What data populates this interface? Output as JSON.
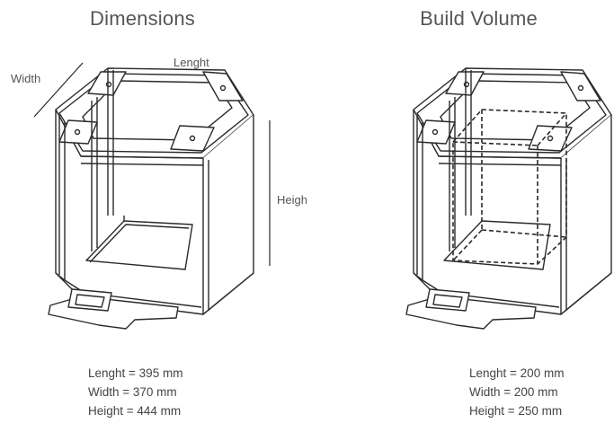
{
  "panels": {
    "dimensions": {
      "title": "Dimensions",
      "labels": {
        "width": "Width",
        "length": "Lenght",
        "height": "Height"
      },
      "specs": [
        "Lenght = 395 mm",
        "Width = 370 mm",
        "Height = 444 mm"
      ]
    },
    "build_volume": {
      "title": "Build Volume",
      "specs": [
        "Lenght = 200 mm",
        "Width = 200 mm",
        "Height = 250 mm"
      ]
    }
  },
  "colors": {
    "line": "#2a2a2a",
    "frame_fill": "#ffffff",
    "text": "#444444"
  }
}
